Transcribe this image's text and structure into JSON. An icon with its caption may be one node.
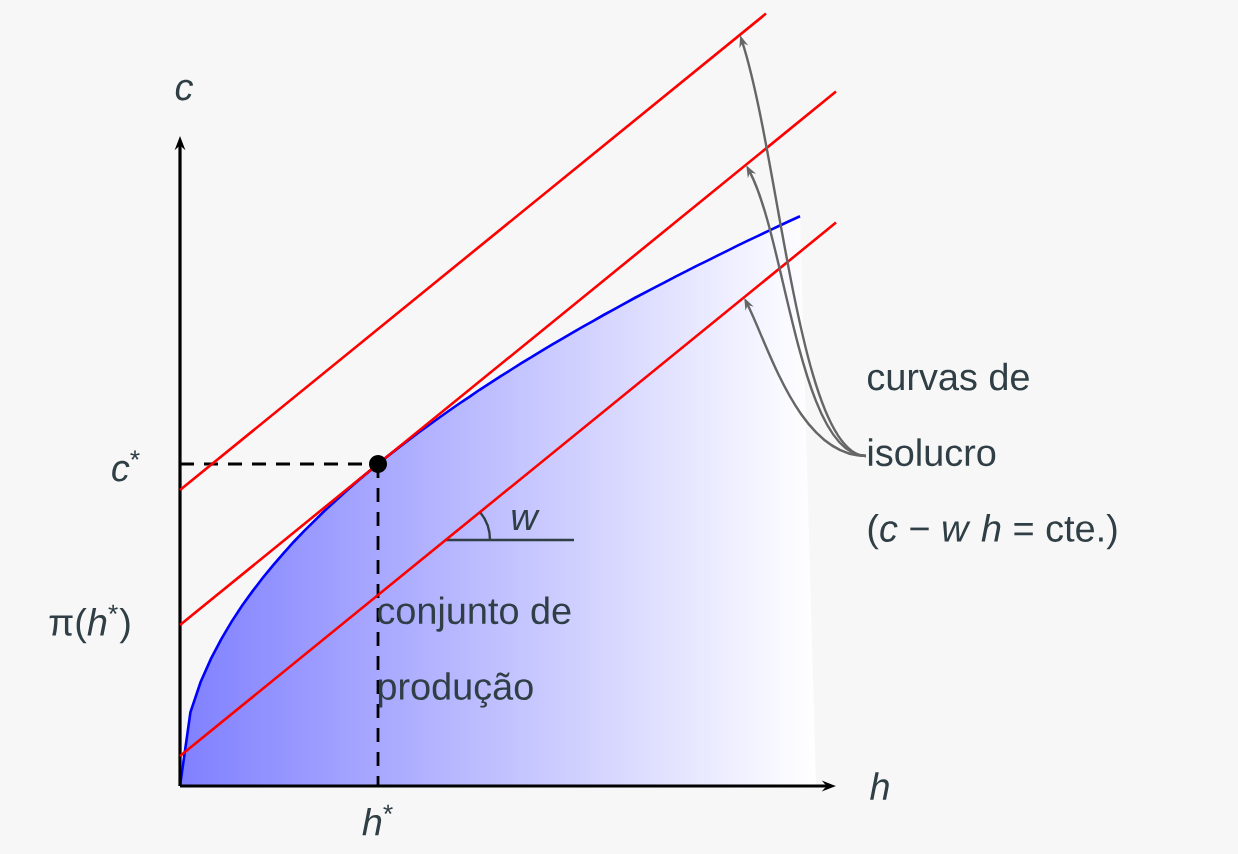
{
  "diagram": {
    "nodes": [
      {
        "text": [
          "curvas de isolucro",
          "(*c* − *w* *h* = cte.)"
        ]
      },
      {
        "text": [],
        "shape": "line"
      },
      {
        "text": [],
        "shape": "line"
      },
      {
        "text": [],
        "shape": "line"
      }
    ],
    "edges": [
      {
        "from": 0,
        "to": 1,
        "arrow": "to"
      },
      {
        "from": 0,
        "to": 2,
        "arrow": "to"
      },
      {
        "from": 0,
        "to": 3,
        "arrow": "to"
      }
    ],
    "labels": [
      "c",
      "*c*$^{*}$",
      "π(*h*$^{*}$)",
      "h",
      "*h*$^{*}$",
      "w",
      "conjunto de produção"
    ]
  }
}
